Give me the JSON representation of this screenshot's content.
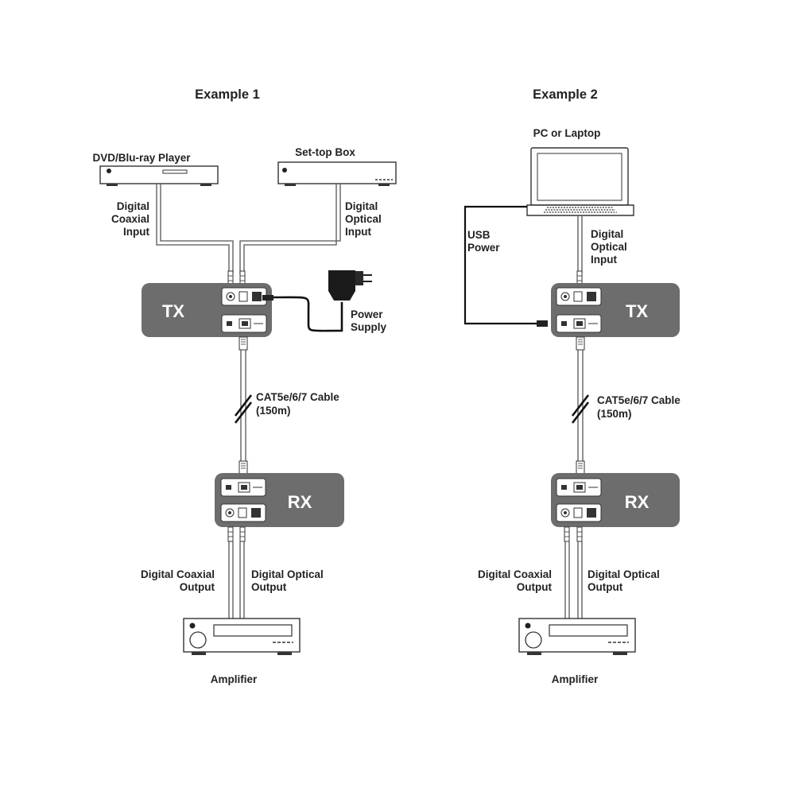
{
  "example1": {
    "title": "Example 1",
    "source1": "DVD/Blu-ray Player",
    "source2": "Set-top Box",
    "coax_input": [
      "Digital",
      "Coaxial",
      "Input"
    ],
    "optical_input": [
      "Digital",
      "Optical",
      "Input"
    ],
    "tx": "TX",
    "power_supply": [
      "Power",
      "Supply"
    ],
    "cable": [
      "CAT5e/6/7  Cable",
      "(150m)"
    ],
    "rx": "RX",
    "coax_output": [
      "Digital Coaxial",
      "Output"
    ],
    "optical_output": [
      "Digital Optical",
      "Output"
    ],
    "amplifier": "Amplifier"
  },
  "example2": {
    "title": "Example 2",
    "source": "PC or Laptop",
    "usb_power": [
      "USB",
      "Power"
    ],
    "optical_input": [
      "Digital",
      "Optical",
      "Input"
    ],
    "tx": "TX",
    "cable": [
      "CAT5e/6/7  Cable",
      "(150m)"
    ],
    "rx": "RX",
    "coax_output": [
      "Digital Coaxial",
      "Output"
    ],
    "optical_output": [
      "Digital Optical",
      "Output"
    ],
    "amplifier": "Amplifier"
  },
  "colors": {
    "unit_fill": "#6d6d6d",
    "cable": "#555555",
    "text": "#222222"
  }
}
